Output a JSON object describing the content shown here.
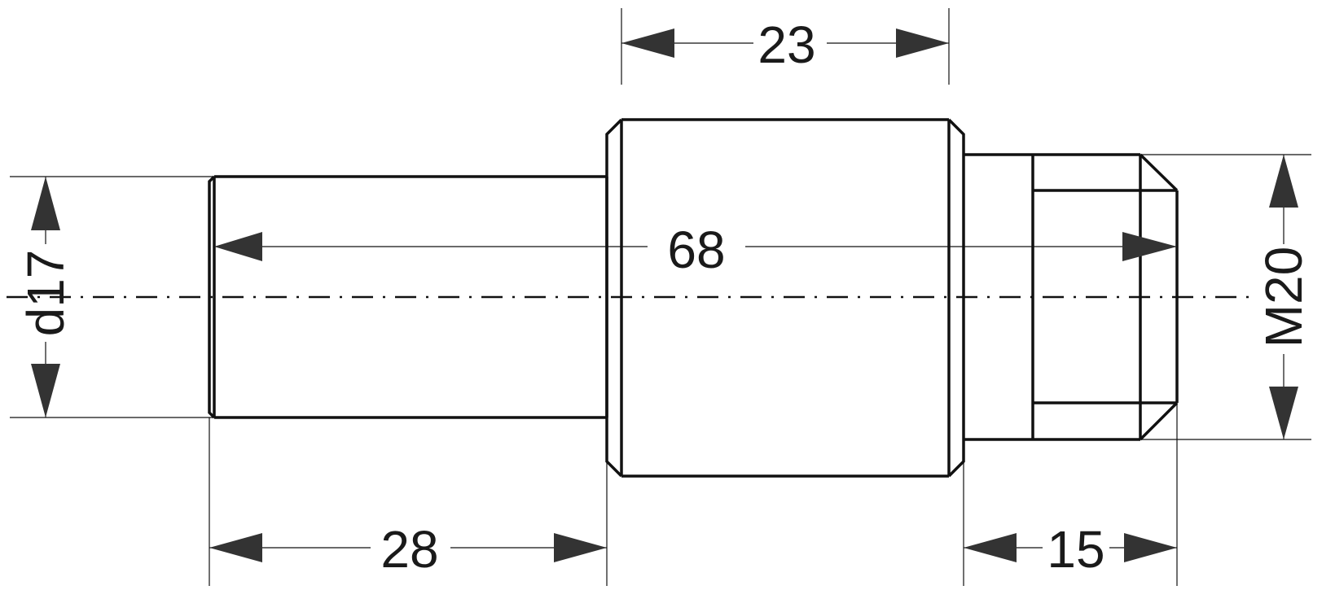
{
  "drawing": {
    "colors": {
      "line": "#111111",
      "arrow": "#333333",
      "text": "#1a1a1a",
      "background": "#ffffff"
    },
    "dimensions": {
      "top_width": "23",
      "overall_length": "68",
      "left_length": "28",
      "thread_length": "15",
      "left_diameter": "d17",
      "thread_size": "M20"
    }
  }
}
